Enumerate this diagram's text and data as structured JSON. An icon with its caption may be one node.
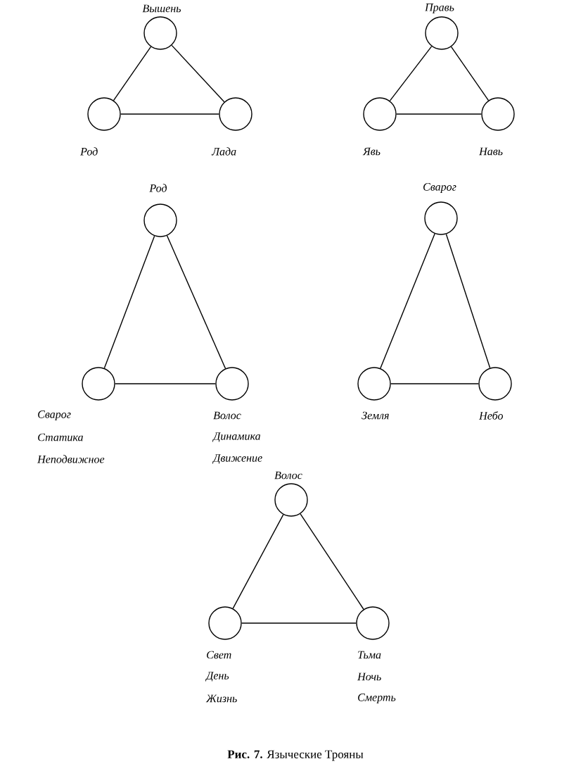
{
  "diagram": {
    "caption": "**Рис. 7.** Языческие Трояны",
    "nodes": [
      {
        "text": [],
        "shape": "circle",
        "beside": [
          "Вышень"
        ]
      },
      {
        "text": [],
        "shape": "circle",
        "beside": [
          "Род"
        ]
      },
      {
        "text": [],
        "shape": "circle",
        "beside": [
          "Лада"
        ]
      },
      {
        "text": [],
        "shape": "circle",
        "beside": [
          "Правь"
        ]
      },
      {
        "text": [],
        "shape": "circle",
        "beside": [
          "Явь"
        ]
      },
      {
        "text": [],
        "shape": "circle",
        "beside": [
          "Навь"
        ]
      },
      {
        "text": [],
        "shape": "circle",
        "beside": [
          "Род"
        ]
      },
      {
        "text": [],
        "shape": "circle",
        "beside": [
          "Сварог",
          "Статика",
          "Неподвижное"
        ]
      },
      {
        "text": [],
        "shape": "circle",
        "beside": [
          "Волос",
          "Динамика",
          "Движение"
        ]
      },
      {
        "text": [],
        "shape": "circle",
        "beside": [
          "Сварог"
        ]
      },
      {
        "text": [],
        "shape": "circle",
        "beside": [
          "Земля"
        ]
      },
      {
        "text": [],
        "shape": "circle",
        "beside": [
          "Небо"
        ]
      },
      {
        "text": [],
        "shape": "circle",
        "beside": [
          "Волос"
        ]
      },
      {
        "text": [],
        "shape": "circle",
        "beside": [
          "Свет",
          "День",
          "Жизнь"
        ]
      },
      {
        "text": [],
        "shape": "circle",
        "beside": [
          "Тьма",
          "Ночь",
          "Смерть"
        ]
      }
    ],
    "edges": [
      {
        "from": 0,
        "to": 1,
        "arrow": "none"
      },
      {
        "from": 0,
        "to": 2,
        "arrow": "none"
      },
      {
        "from": 1,
        "to": 2,
        "arrow": "none"
      },
      {
        "from": 3,
        "to": 4,
        "arrow": "none"
      },
      {
        "from": 3,
        "to": 5,
        "arrow": "none"
      },
      {
        "from": 4,
        "to": 5,
        "arrow": "none"
      },
      {
        "from": 6,
        "to": 7,
        "arrow": "none"
      },
      {
        "from": 6,
        "to": 8,
        "arrow": "none"
      },
      {
        "from": 7,
        "to": 8,
        "arrow": "none"
      },
      {
        "from": 9,
        "to": 10,
        "arrow": "none"
      },
      {
        "from": 9,
        "to": 11,
        "arrow": "none"
      },
      {
        "from": 10,
        "to": 11,
        "arrow": "none"
      },
      {
        "from": 12,
        "to": 13,
        "arrow": "none"
      },
      {
        "from": 12,
        "to": 14,
        "arrow": "none"
      },
      {
        "from": 13,
        "to": 14,
        "arrow": "none"
      }
    ]
  }
}
